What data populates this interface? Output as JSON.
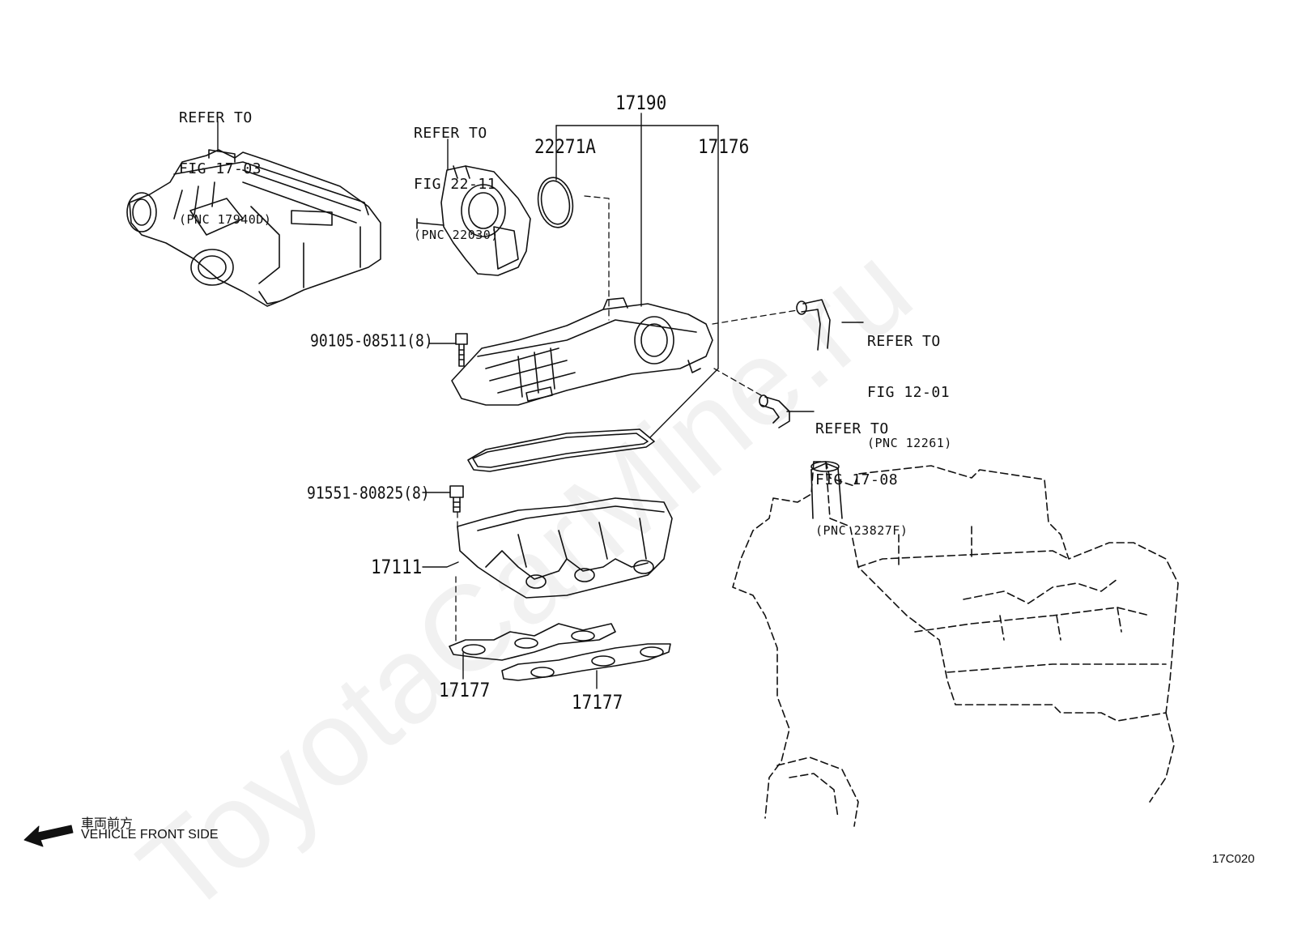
{
  "watermark": "ToyotaCarMine.ru",
  "refs": {
    "r1703": {
      "l1": "REFER TO",
      "l2": "FIG 17-03",
      "l3": "(PNC 17940D)"
    },
    "r2211": {
      "l1": "REFER TO",
      "l2": "FIG 22-11",
      "l3": "(PNC 22030)"
    },
    "r1201": {
      "l1": "REFER TO",
      "l2": "FIG 12-01",
      "l3": "(PNC 12261)"
    },
    "r1708": {
      "l1": "REFER TO",
      "l2": "FIG 17-08",
      "l3": "(PNC 23827F)"
    }
  },
  "parts": {
    "p17190": "17190",
    "p22271A": "22271A",
    "p17176": "17176",
    "p90105": "90105-08511(8)",
    "p91551": "91551-80825(8)",
    "p17111": "17111",
    "p17177a": "17177",
    "p17177b": "17177"
  },
  "footer": {
    "jp": "車両前方",
    "en": "VEHICLE FRONT SIDE",
    "code": "17C020"
  }
}
